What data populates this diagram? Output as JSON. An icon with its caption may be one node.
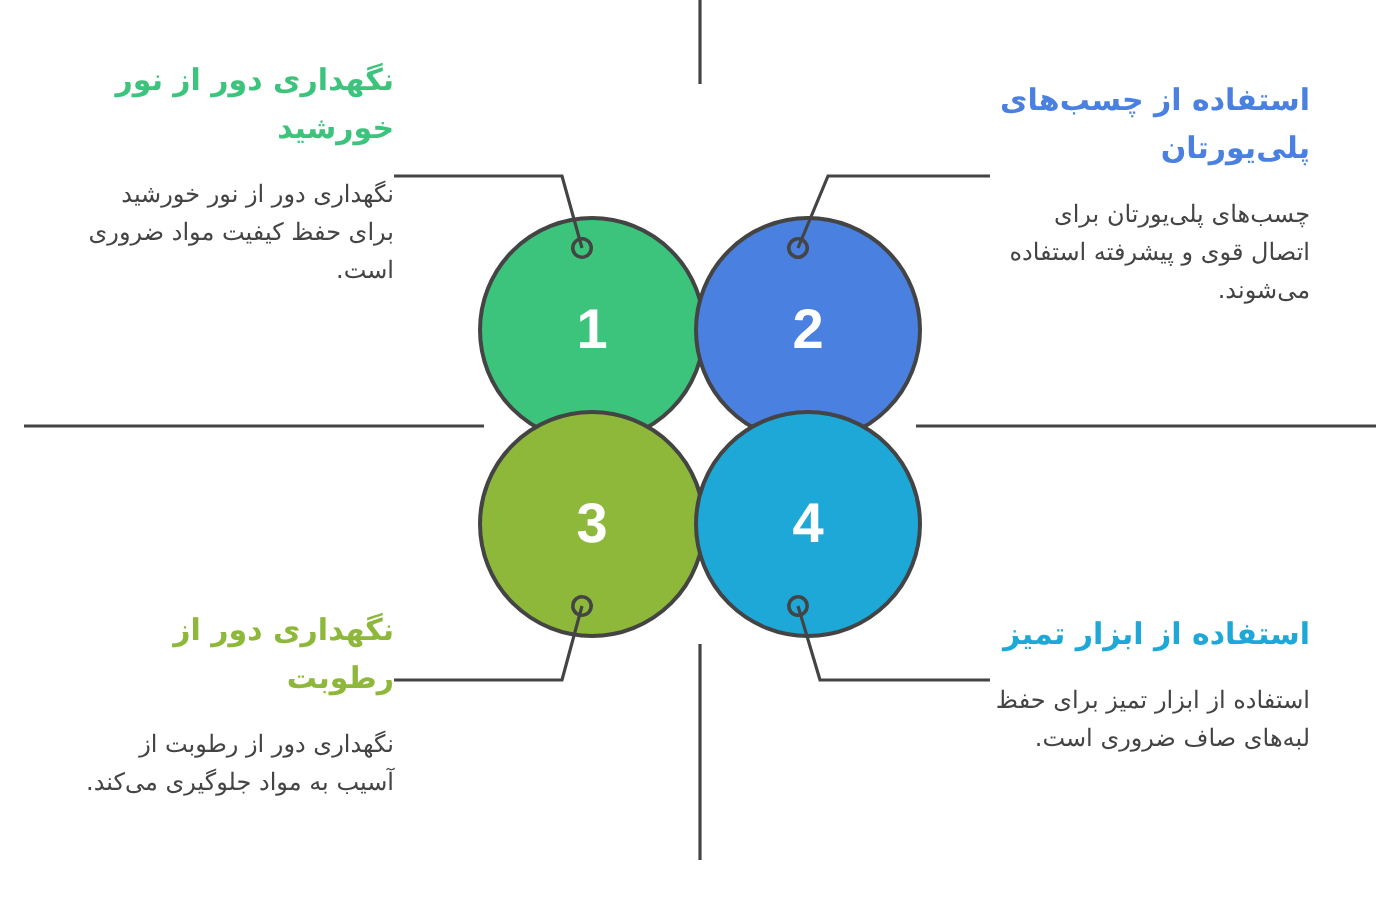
{
  "diagram": {
    "nodes": [
      {
        "text": [
          "1"
        ]
      },
      {
        "text": [
          "2"
        ]
      },
      {
        "text": [
          "3"
        ]
      },
      {
        "text": [
          "4"
        ]
      },
      {
        "text": [
          "نگهداری دور از نور خورشید",
          "نگهداری دور از نور خورشید برای حفظ کیفیت مواد ضروری است."
        ]
      },
      {
        "text": [
          "استفاده از چسب‌های پلی‌یورتان",
          "چسب‌های پلی‌یورتان برای اتصال قوی و پیشرفته استفاده می‌شوند."
        ]
      },
      {
        "text": [
          "نگهداری دور از رطوبت",
          "نگهداری دور از رطوبت از آسیب به مواد جلوگیری می‌کند."
        ]
      },
      {
        "text": [
          "استفاده از ابزار تمیز",
          "استفاده از ابزار تمیز برای حفظ لبه‌های صاف ضروری است."
        ]
      }
    ],
    "edges": [
      {
        "from": 4,
        "to": 0,
        "arrow": "other"
      },
      {
        "from": 5,
        "to": 1,
        "arrow": "other"
      },
      {
        "from": 6,
        "to": 2,
        "arrow": "other"
      },
      {
        "from": 7,
        "to": 3,
        "arrow": "other"
      }
    ]
  }
}
